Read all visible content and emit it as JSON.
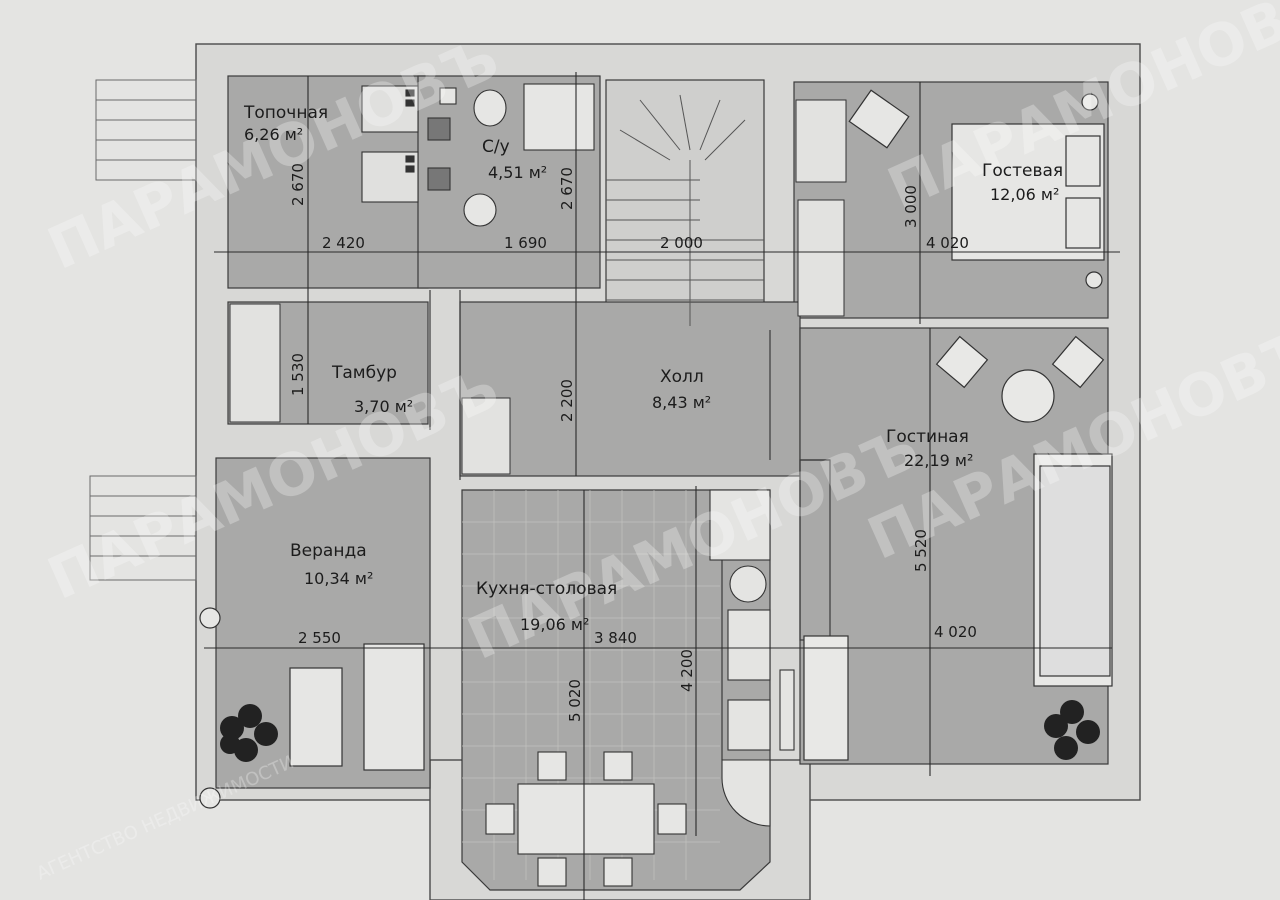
{
  "plan": {
    "rooms": [
      {
        "id": "topochnaya",
        "name": "Топочная",
        "area": "6,26 м²"
      },
      {
        "id": "su",
        "name": "С/у",
        "area": "4,51 м²"
      },
      {
        "id": "gostevaya",
        "name": "Гостевая",
        "area": "12,06 м²"
      },
      {
        "id": "tambur",
        "name": "Тамбур",
        "area": "3,70 м²"
      },
      {
        "id": "holl",
        "name": "Холл",
        "area": "8,43 м²"
      },
      {
        "id": "gostinaya",
        "name": "Гостиная",
        "area": "22,19 м²"
      },
      {
        "id": "veranda",
        "name": "Веранда",
        "area": "10,34 м²"
      },
      {
        "id": "kuhnya",
        "name": "Кухня-столовая",
        "area": "19,06 м²"
      }
    ],
    "dimensions": {
      "topochnaya_w": "2 420",
      "topochnaya_h": "2 670",
      "su_w": "1 690",
      "su_h": "2 670",
      "stair_w": "2 000",
      "gostevaya_h": "3 000",
      "gostevaya_w": "4 020",
      "tambur_h": "1 530",
      "holl_h": "2 200",
      "gostinaya_h": "5 520",
      "gostinaya_w": "4 020",
      "veranda_w": "2 550",
      "kuhnya_w": "3 840",
      "kuhnya_h": "5 020",
      "kuhnya_h2": "4 200"
    },
    "watermark": {
      "agency": "АГЕНТСТВО НЕДВИЖИМОСТИ",
      "brand": "ПАРАМОНОВЪ"
    }
  },
  "colors": {
    "background": "#e4e4e2",
    "room_fill": "#a9a9a8",
    "wall": "#dcdcda",
    "line": "#2a2a2a"
  }
}
